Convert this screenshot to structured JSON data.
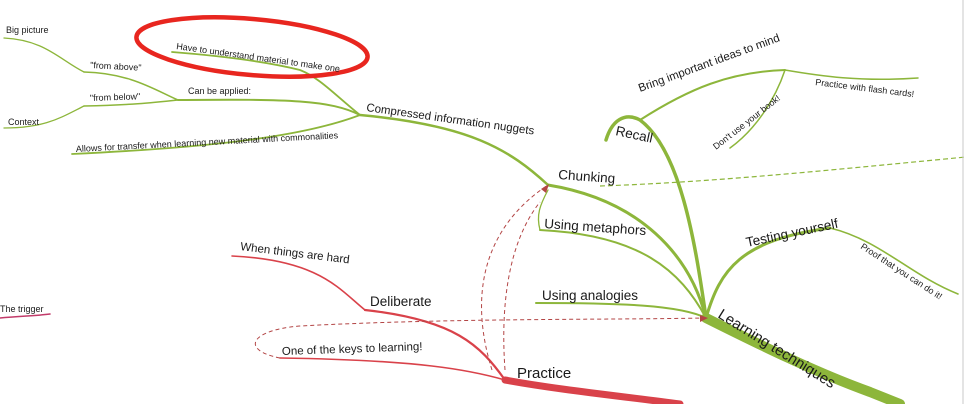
{
  "colors": {
    "green_branch": "#8db63b",
    "red_branch": "#d9424a",
    "highlight_ellipse": "#e8261f",
    "dashed_link": "#b34545",
    "text": "#1a1a1a"
  },
  "mindmap": {
    "learning_techniques": "Learning techniques",
    "chunking": "Chunking",
    "compressed": "Compressed information nuggets",
    "can_be_applied": "Can be applied:",
    "from_above": "\"from above\"",
    "from_below": "\"from below\"",
    "big_picture": "Big picture",
    "context": "Context",
    "understand": "Have to understand material to make one",
    "transfer": "Allows for transfer when learning new material with commonalities",
    "metaphors": "Using metaphors",
    "analogies": "Using analogies",
    "recall": "Recall",
    "bring_ideas": "Bring important ideas to mind",
    "flash_cards": "Practice with flash cards!",
    "dont_use_book": "Don't use your book!",
    "testing": "Testing yourself",
    "proof": "Proof that you can do it!",
    "practice": "Practice",
    "deliberate": "Deliberate",
    "when_hard": "When things are hard",
    "keys": "One of the keys to learning!",
    "trigger": "The trigger"
  }
}
